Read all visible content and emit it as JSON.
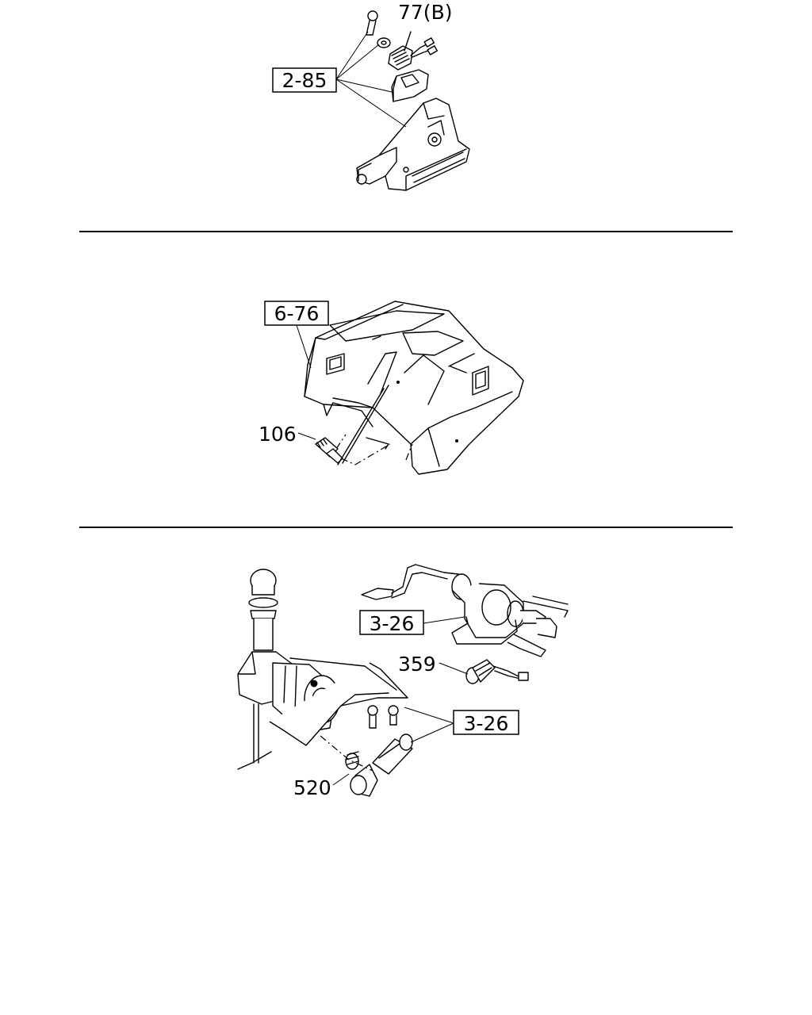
{
  "labels": {
    "part_77b": "77(B)",
    "ref_2_85": "2-85",
    "ref_6_76": "6-76",
    "part_106": "106",
    "ref_3_26_top": "3-26",
    "part_359": "359",
    "ref_3_26_bottom": "3-26",
    "part_520": "520"
  }
}
